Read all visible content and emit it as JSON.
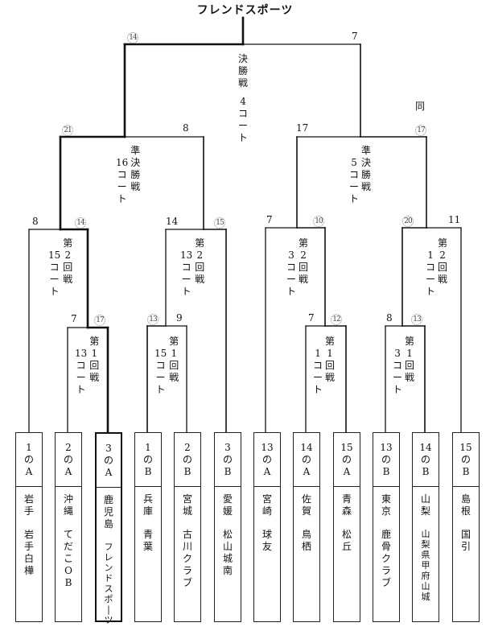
{
  "title": "フレンドスポーツ",
  "final": {
    "round_label": "決勝戦",
    "court": "4コート",
    "left_score": "14",
    "left_circled": true,
    "right_score": "7"
  },
  "semifinals": [
    {
      "round_label": "準決勝戦",
      "court": "16コート",
      "left_score": "21",
      "left_circled": true,
      "right_score": "8"
    },
    {
      "round_label": "準決勝戦",
      "court": "5コート",
      "left_score": "17",
      "right_score": "17",
      "right_circled": true,
      "note": "同"
    }
  ],
  "round2": [
    {
      "round_label": "第2回戦",
      "court": "15コート",
      "left_score": "8",
      "right_score": "14",
      "right_circled": true
    },
    {
      "round_label": "第2回戦",
      "court": "13コート",
      "left_score": "14",
      "right_score": "15",
      "right_circled": true
    },
    {
      "round_label": "第2回戦",
      "court": "3コート",
      "left_score": "7",
      "right_score": "10",
      "right_circled": true
    },
    {
      "round_label": "第2回戦",
      "court": "1コート",
      "left_score": "20",
      "left_circled": true,
      "right_score": "11"
    }
  ],
  "round1": [
    {
      "round_label": "第1回戦",
      "court": "13コート",
      "left_score": "7",
      "right_score": "17",
      "right_circled": true
    },
    {
      "round_label": "第1回戦",
      "court": "15コート",
      "left_score": "13",
      "left_circled": true,
      "right_score": "9"
    },
    {
      "round_label": "第1回戦",
      "court": "1コート",
      "left_score": "7",
      "right_score": "12",
      "right_circled": true
    },
    {
      "round_label": "第1回戦",
      "court": "3コート",
      "left_score": "8",
      "right_score": "13",
      "right_circled": true
    }
  ],
  "teams": [
    {
      "seed_num": "1",
      "seed_group": "A",
      "prefecture": "岩手",
      "team": "岩手白樺"
    },
    {
      "seed_num": "2",
      "seed_group": "A",
      "prefecture": "沖縄",
      "team": "てだこOB"
    },
    {
      "seed_num": "3",
      "seed_group": "A",
      "prefecture": "鹿児島",
      "team": "フレンドスポーツ",
      "champion": true
    },
    {
      "seed_num": "1",
      "seed_group": "B",
      "prefecture": "兵庫",
      "team": "青葉"
    },
    {
      "seed_num": "2",
      "seed_group": "B",
      "prefecture": "宮城",
      "team": "古川クラブ"
    },
    {
      "seed_num": "3",
      "seed_group": "B",
      "prefecture": "愛媛",
      "team": "松山城南"
    },
    {
      "seed_num": "13",
      "seed_group": "A",
      "prefecture": "宮崎",
      "team": "球友"
    },
    {
      "seed_num": "14",
      "seed_group": "A",
      "prefecture": "佐賀",
      "team": "鳥栖"
    },
    {
      "seed_num": "15",
      "seed_group": "A",
      "prefecture": "青森",
      "team": "松丘"
    },
    {
      "seed_num": "13",
      "seed_group": "B",
      "prefecture": "東京",
      "team": "鹿骨クラブ"
    },
    {
      "seed_num": "14",
      "seed_group": "B",
      "prefecture": "山梨",
      "team": "山梨県甲府山城"
    },
    {
      "seed_num": "15",
      "seed_group": "B",
      "prefecture": "島根",
      "team": "国引"
    }
  ],
  "colors": {
    "line": "#111111",
    "circle": "#888888"
  }
}
